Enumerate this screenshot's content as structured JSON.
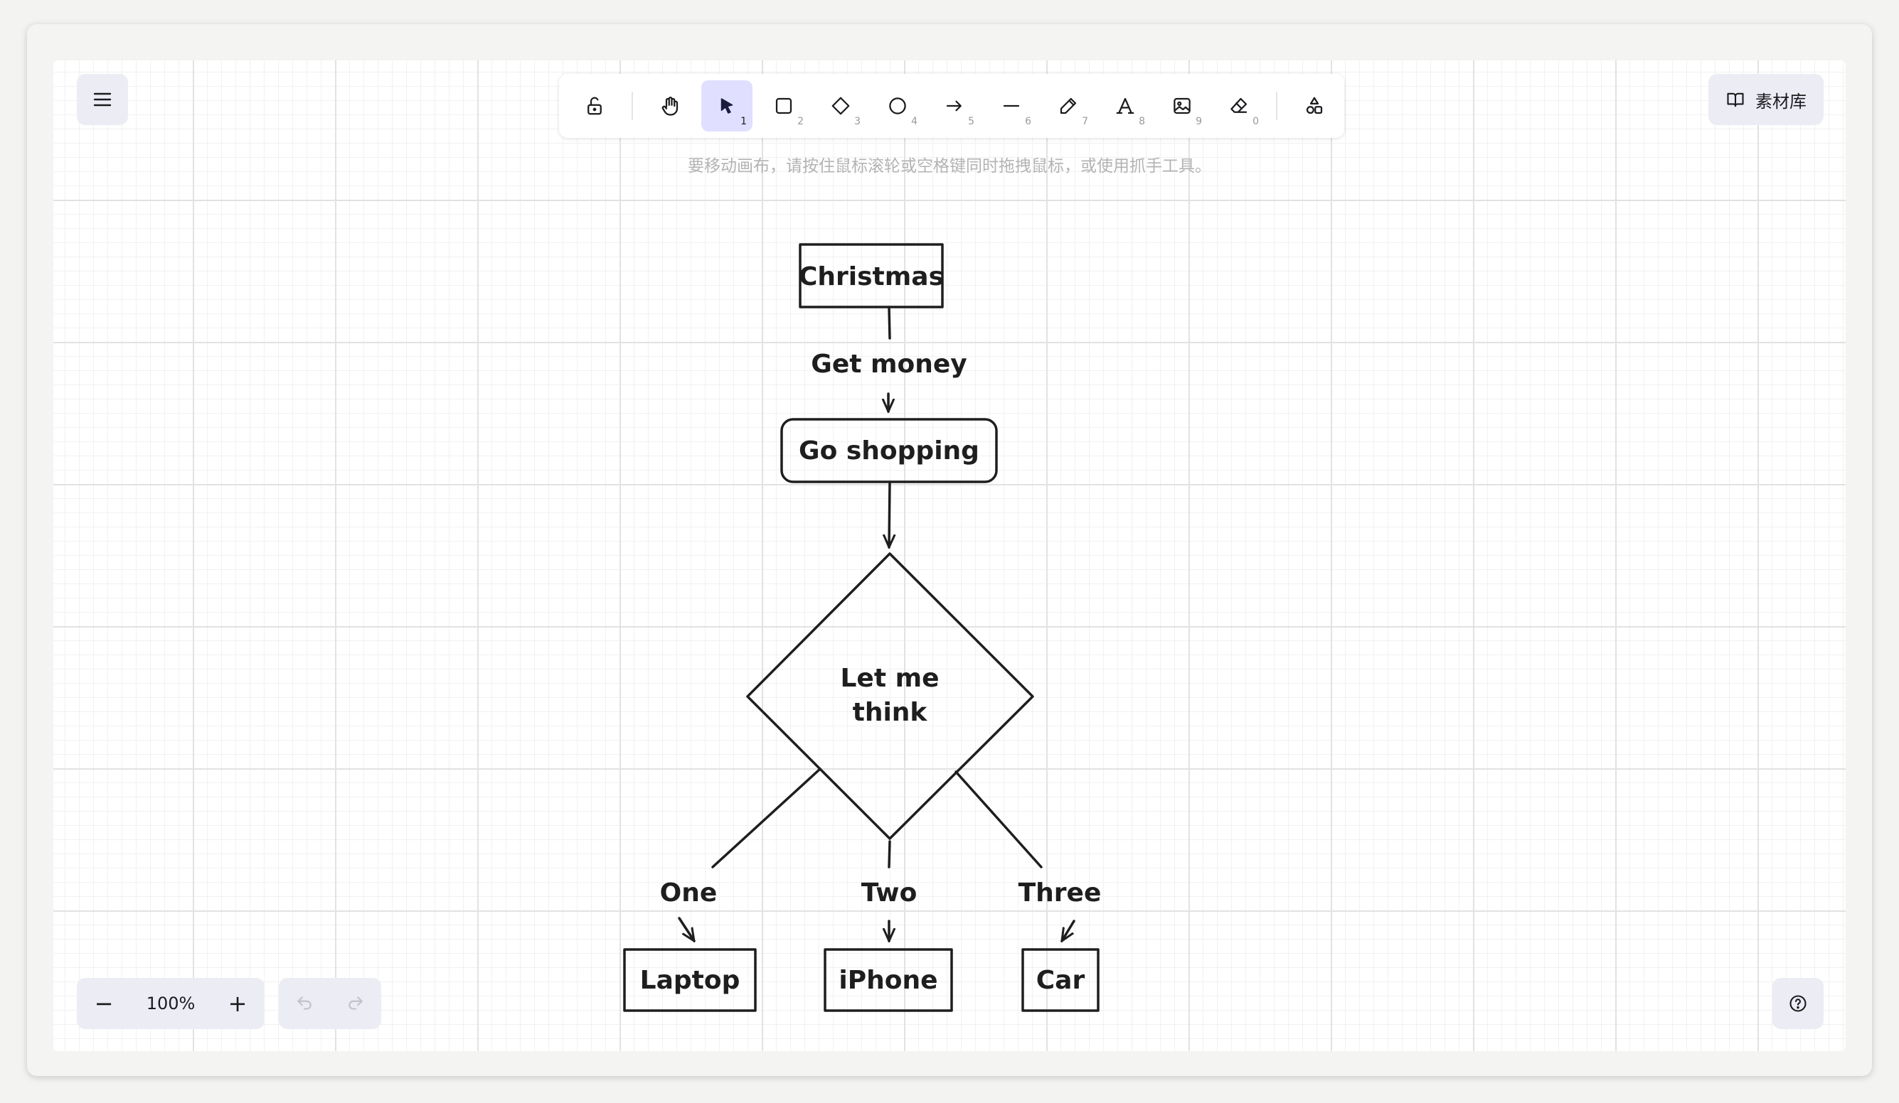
{
  "toolbar": {
    "tools": [
      {
        "name": "lock",
        "num": ""
      },
      {
        "name": "hand",
        "num": ""
      },
      {
        "name": "selection",
        "num": "1"
      },
      {
        "name": "rectangle",
        "num": "2"
      },
      {
        "name": "diamond",
        "num": "3"
      },
      {
        "name": "ellipse",
        "num": "4"
      },
      {
        "name": "arrow",
        "num": "5"
      },
      {
        "name": "line",
        "num": "6"
      },
      {
        "name": "pencil",
        "num": "7"
      },
      {
        "name": "text",
        "num": "8"
      },
      {
        "name": "image",
        "num": "9"
      },
      {
        "name": "eraser",
        "num": "0"
      },
      {
        "name": "extra-shapes",
        "num": ""
      }
    ],
    "active_tool": "selection"
  },
  "hint": "要移动画布，请按住鼠标滚轮或空格键同时拖拽鼠标，或使用抓手工具。",
  "library": {
    "label": "素材库"
  },
  "zoom": {
    "value": "100%",
    "minus": "−",
    "plus": "+"
  },
  "diagram": {
    "nodes": {
      "christmas": "Christmas",
      "go_shopping": "Go shopping",
      "decision_line1": "Let me",
      "decision_line2": "think",
      "laptop": "Laptop",
      "iphone": "iPhone",
      "car": "Car"
    },
    "edges": {
      "get_money": "Get money",
      "one": "One",
      "two": "Two",
      "three": "Three"
    }
  },
  "colors": {
    "accent": "#e0dfff",
    "panel": "#ececf4",
    "stroke": "#1e1e1e"
  }
}
